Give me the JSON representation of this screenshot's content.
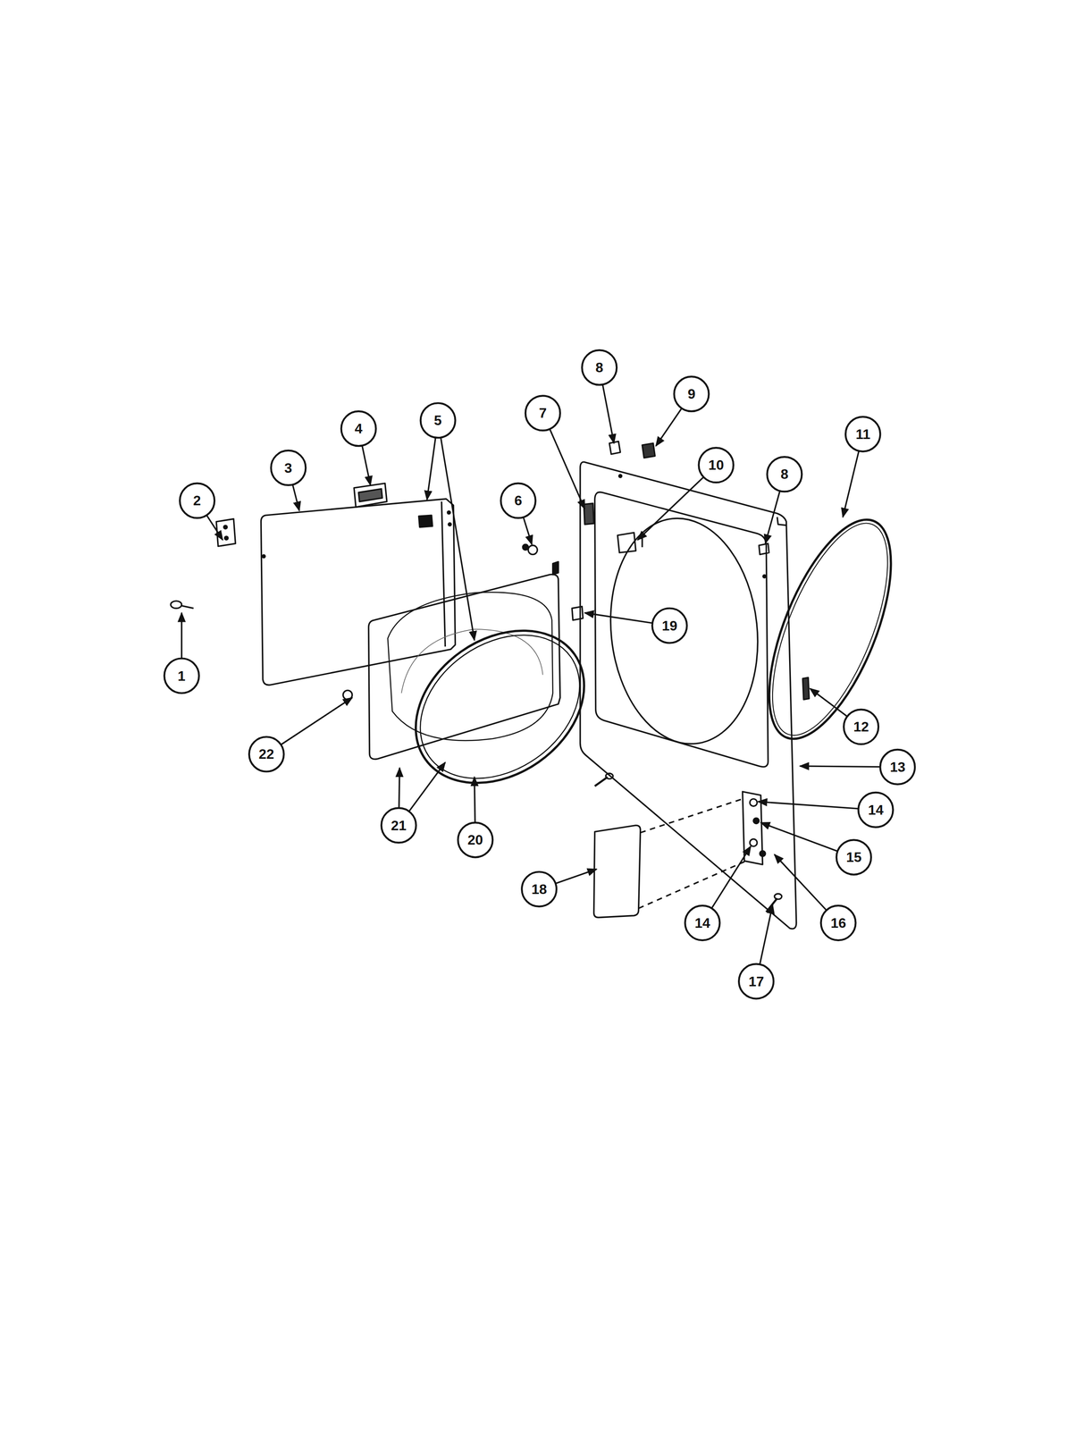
{
  "diagram": {
    "labels": [
      "1",
      "2",
      "3",
      "4",
      "5",
      "6",
      "7",
      "8",
      "9",
      "10",
      "8",
      "11",
      "12",
      "13",
      "14",
      "15",
      "18",
      "14",
      "16",
      "17",
      "19",
      "20",
      "21",
      "22"
    ]
  }
}
